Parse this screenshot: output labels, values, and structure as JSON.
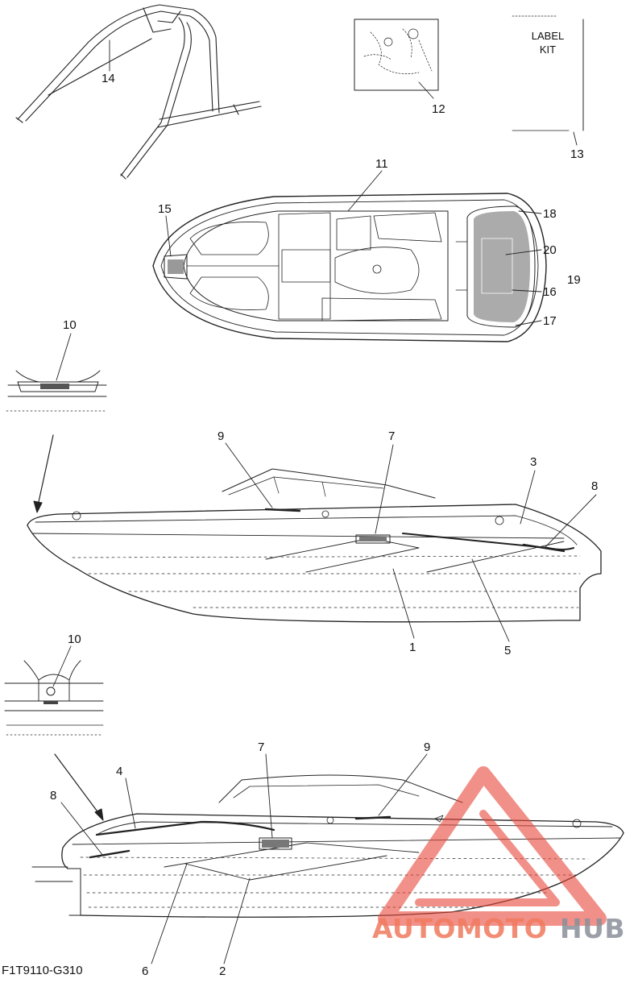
{
  "label_kit": {
    "line1": "LABEL",
    "line2": "KIT"
  },
  "part_code": "F1T9110-G310",
  "callouts": {
    "c1": "1",
    "c2": "2",
    "c3": "3",
    "c4": "4",
    "c5": "5",
    "c6": "6",
    "c7a": "7",
    "c7b": "7",
    "c8a": "8",
    "c8b": "8",
    "c9a": "9",
    "c9b": "9",
    "c10a": "10",
    "c10b": "10",
    "c11": "11",
    "c12": "12",
    "c13": "13",
    "c14": "14",
    "c15": "15",
    "c16": "16",
    "c17": "17",
    "c18": "18",
    "c19": "19",
    "c20": "20"
  },
  "watermark": {
    "part1": "AUTOMOTO",
    "part2": "HUB",
    "color_primary": "#e8473a",
    "color_secondary": "#7d828c"
  }
}
